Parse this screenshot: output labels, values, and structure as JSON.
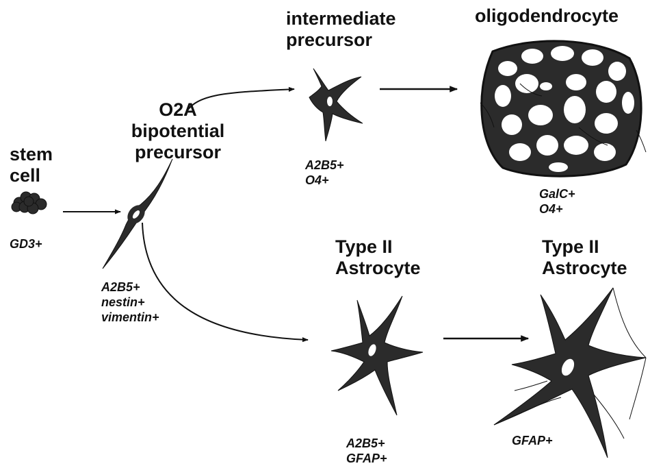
{
  "stages": {
    "stem_cell": {
      "title_lines": [
        "stem",
        "cell"
      ],
      "markers": [
        "GD3+"
      ]
    },
    "o2a_precursor": {
      "title_lines": [
        "O2A",
        "bipotential",
        "precursor"
      ],
      "markers": [
        "A2B5+",
        "nestin+",
        "vimentin+"
      ]
    },
    "intermediate_precursor": {
      "title_lines": [
        "intermediate",
        "precursor"
      ],
      "markers": [
        "A2B5+",
        "O4+"
      ]
    },
    "oligodendrocyte": {
      "title_lines": [
        "oligodendrocyte"
      ],
      "markers": [
        "GalC+",
        "O4+"
      ]
    },
    "type2_astrocyte_early": {
      "title_lines": [
        "Type II",
        "Astrocyte"
      ],
      "markers": [
        "A2B5+",
        "GFAP+"
      ]
    },
    "type2_astrocyte_mature": {
      "title_lines": [
        "Type II",
        "Astrocyte"
      ],
      "markers": [
        "GFAP+"
      ]
    }
  },
  "colors": {
    "cell_fill": "#2b2b2b",
    "ink": "#111111"
  }
}
